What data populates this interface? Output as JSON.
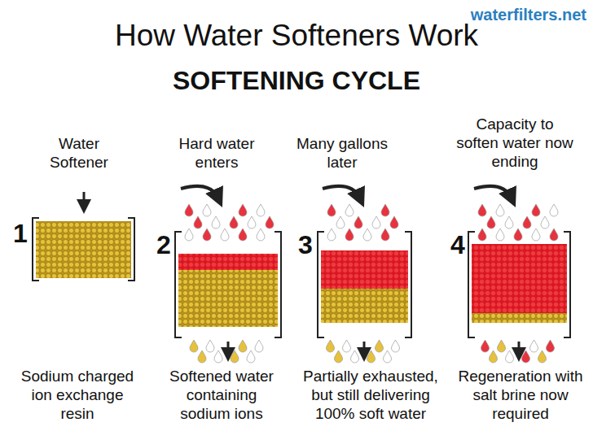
{
  "diagram": {
    "title": "How Water Softeners Work",
    "labels": [
      "waterfilters.net",
      "SOFTENING CYCLE",
      "Water Softener",
      "1",
      "Sodium charged ion exchange resin",
      "Hard water enters",
      "2",
      "Softened water containing sodium ions",
      "Many gallons later",
      "3",
      "Partially exhausted, but still delivering 100% soft water",
      "Capacity to soften water now ending",
      "4",
      "Regeneration with salt brine now required"
    ]
  }
}
